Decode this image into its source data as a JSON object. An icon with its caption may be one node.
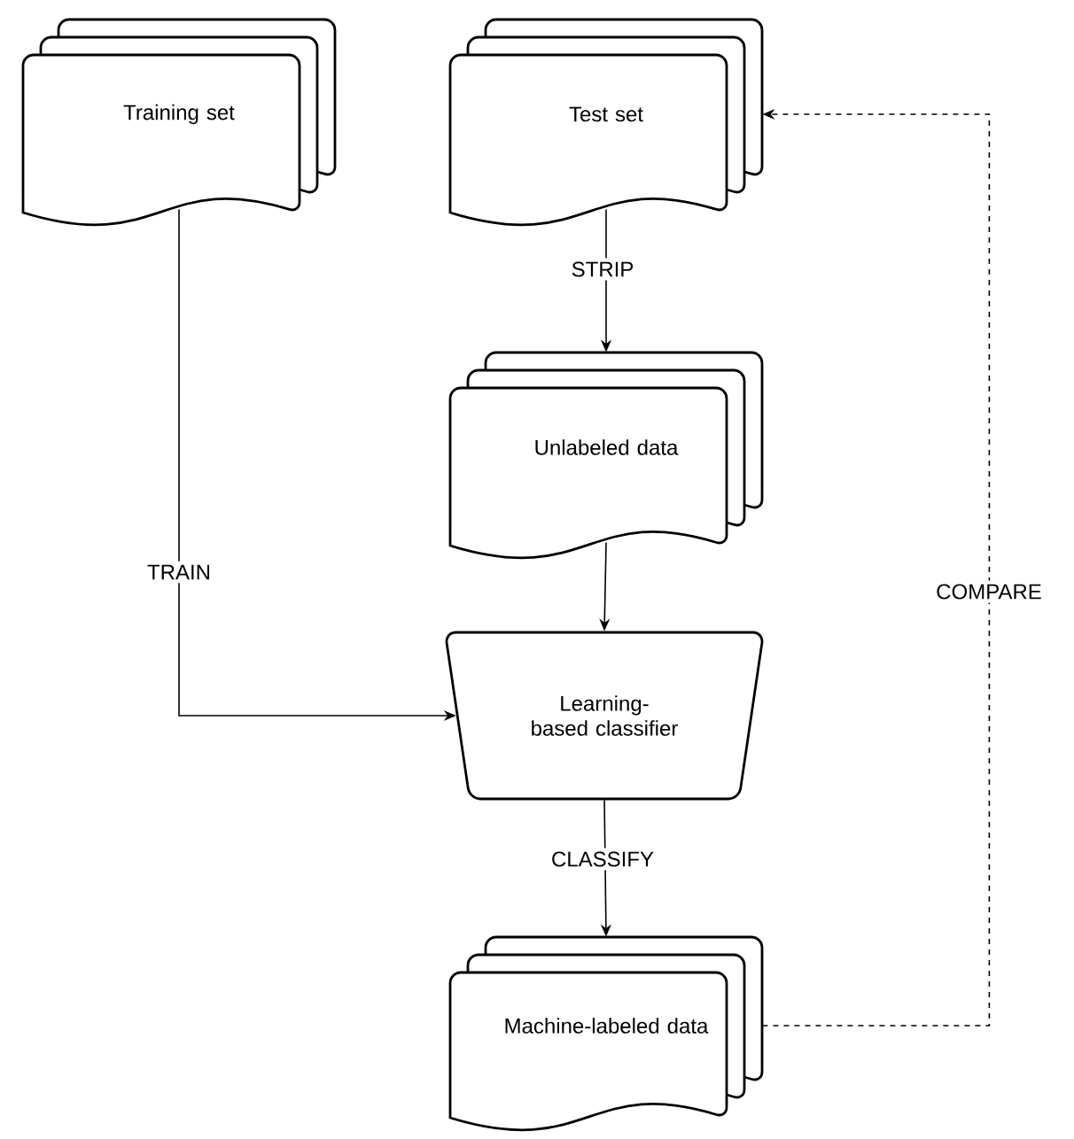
{
  "diagram": {
    "nodes": [
      {
        "text": [
          "Training set"
        ]
      },
      {
        "text": [
          "Test set"
        ]
      },
      {
        "text": [
          "Unlabeled data"
        ]
      },
      {
        "text": [
          "Learning-based classifier"
        ]
      },
      {
        "text": [
          "Machine-labeled data"
        ]
      }
    ],
    "edges": [
      {
        "from": 0,
        "to": 3,
        "arrow": "to",
        "label": "TRAIN"
      },
      {
        "from": 1,
        "to": 2,
        "arrow": "to",
        "label": "STRIP"
      },
      {
        "from": 2,
        "to": 3,
        "arrow": "to"
      },
      {
        "from": 3,
        "to": 4,
        "arrow": "to",
        "label": "CLASSIFY"
      },
      {
        "from": 4,
        "to": 1,
        "arrow": "to",
        "label": "COMPARE",
        "style": "dashed"
      }
    ]
  }
}
